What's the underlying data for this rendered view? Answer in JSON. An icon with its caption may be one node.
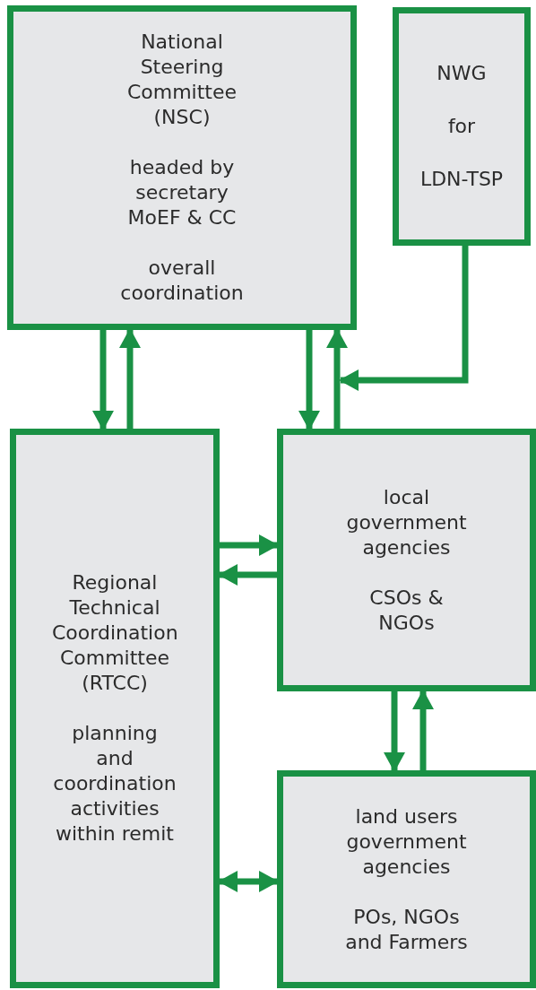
{
  "diagram": {
    "nodes": [
      {
        "text": [
          "National Steering Committee (NSC)",
          "headed by secretary MoEF & CC",
          "overall coordination"
        ]
      },
      {
        "text": [
          "NWG",
          "for",
          "LDN-TSP"
        ]
      },
      {
        "text": [
          "Regional Technical Coordination Committee (RTCC)",
          "planning and coordination activities within remit"
        ]
      },
      {
        "text": [
          "local government agencies",
          "CSOs & NGOs"
        ]
      },
      {
        "text": [
          "land users government agencies",
          "POs, NGOs and Farmers"
        ]
      }
    ],
    "edges": [
      {
        "from": 0,
        "to": 2,
        "arrow": "to"
      },
      {
        "from": 2,
        "to": 0,
        "arrow": "to"
      },
      {
        "from": 0,
        "to": 3,
        "arrow": "to"
      },
      {
        "from": 3,
        "to": 0,
        "arrow": "to"
      },
      {
        "from": 1,
        "to": null,
        "arrow": "to"
      },
      {
        "from": 2,
        "to": 3,
        "arrow": "to"
      },
      {
        "from": 3,
        "to": 2,
        "arrow": "to"
      },
      {
        "from": 3,
        "to": 4,
        "arrow": "to"
      },
      {
        "from": 4,
        "to": 3,
        "arrow": "to"
      },
      {
        "from": 2,
        "to": 4,
        "arrow": "both"
      }
    ]
  }
}
